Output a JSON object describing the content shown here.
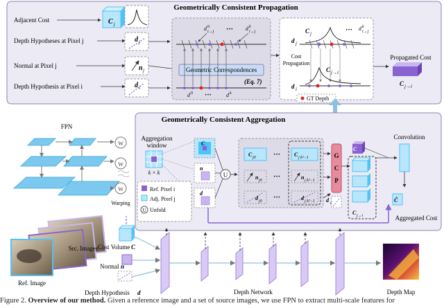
{
  "top_panel": {
    "title": "Geometrically Consistent Propagation",
    "labels": {
      "adjacent_cost": "Adjacent Cost",
      "depth_hyp_j": "Depth Hypotheses at Pixel j",
      "normal_j": "Normal at Pixel j",
      "depth_hyp_i": "Depth Hypothesis at Pixel i",
      "geo_corr": "Geometric Correspondences",
      "eq": "(Eq. 7)",
      "cost_propagation_1": "Cost",
      "cost_propagation_2": "Propagation",
      "gt_depth": "GT Depth",
      "propagated_cost": "Propagated Cost"
    },
    "symbols": {
      "cj": "C",
      "cj_sub": "j",
      "dj": "d",
      "dj_sub": "j",
      "nj": "n",
      "nj_sub": "j",
      "di": "d",
      "di_sub": "i",
      "d0_ij": "d",
      "d0_ij_sup": "0",
      "d0_ij_sub": "i→j",
      "dk_ij": "d",
      "dk_ij_sup": "k",
      "dk_ij_sub": "i→j",
      "d0_i": "d",
      "d0_i_sup": "0",
      "d0_i_sub": "i",
      "dk_i": "d",
      "dk_i_sup": "k",
      "dk_i_sub": "i",
      "cj_right": "C",
      "cj_right_sub": "j",
      "dj_right": "d",
      "dj_right_sub": "j",
      "di_right": "d",
      "di_right_sub": "i",
      "cij_right": "C",
      "cij_right_sub": "j→i",
      "dk_ij_right": "d",
      "dk_ij_right_sup": "k",
      "dk_ij_right_sub": "i→j",
      "ellipsis": "···"
    }
  },
  "bottom_panel": {
    "title": "Geometrically Consistent Aggregation",
    "labels": {
      "fpn": "FPN",
      "aggregation_window_1": "Aggregation",
      "aggregation_window_2": "window",
      "kxk": "k × k",
      "ref_pixel": "Ref. Pixel i",
      "adj_pixel": "Adj. Pixel j",
      "unfold": "Unfold",
      "warping": "Warping",
      "convolution": "Convolution",
      "aggregated_cost": "Aggregated Cost",
      "cost_volume": "Cost Volume",
      "cost_volume_sym": "C",
      "src_images": "Src. Images",
      "ref_image": "Ref. Image",
      "normal": "Normal",
      "normal_sym": "n",
      "depth_hypothesis": "Depth Hypothesis",
      "depth_hypothesis_sym": "d",
      "depth_network": "Depth Network",
      "depth_map": "Depth Map",
      "gcp": [
        "G",
        "C",
        "P"
      ],
      "w": "W",
      "u_symbol": "U",
      "c_sym": "C",
      "n_sym": "n",
      "d_sym": "d"
    },
    "symbols": {
      "c_j0": "C",
      "c_j0_sub": "j0",
      "c_jk": "C",
      "c_jk_sub": "j k²−1",
      "n_j0": "n",
      "n_j0_sub": "j0",
      "n_jk": "n",
      "n_jk_sub": "j k²−1",
      "d_j0": "d",
      "d_j0_sub": "j0",
      "d_jk": "d",
      "d_jk_sub": "j k²−1",
      "c_i": "C",
      "c_i_sub": "i",
      "c_i_hat": "Ĉ",
      "c_i_hat_sub": "i",
      "c_ji": "C",
      "c_ji_sub": "j→i",
      "d_i": "d",
      "d_i_sub": "i",
      "ellipsis": "···"
    }
  },
  "caption": {
    "prefix": "Figure 2. ",
    "bold": "Overview of our method.",
    "rest": " Given a reference image and a set of source images, we use FPN to extract multi-scale features for"
  },
  "colors": {
    "panel_bg": "#eceaf5",
    "panel_border": "#8a86ad",
    "purple": "#8a63d2",
    "purple_light": "#c9b6f0",
    "cyan": "#4fc3f7",
    "cyan_light": "#b8e6fb",
    "gcp_fill": "#e98a9e",
    "red": "#e02020",
    "arrow_blue": "#8fc0dd"
  }
}
